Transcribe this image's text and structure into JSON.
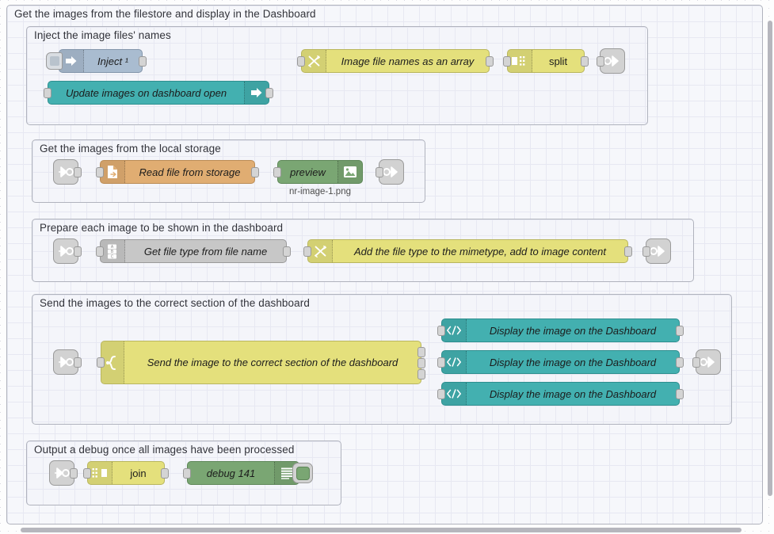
{
  "app": {
    "name": "Node-RED flow editor",
    "canvas_label": "flow-canvas"
  },
  "groups": [
    {
      "id": "outer",
      "label": "Get the images from the filestore and display in the Dashboard"
    },
    {
      "id": "inject",
      "label": "Inject the image files' names"
    },
    {
      "id": "storage",
      "label": "Get the images from the local storage"
    },
    {
      "id": "prepare",
      "label": "Prepare each image to be shown in the dashboard"
    },
    {
      "id": "send",
      "label": "Send the images to the correct section of the dashboard"
    },
    {
      "id": "debug",
      "label": "Output a debug once all images have been processed"
    }
  ],
  "nodes": {
    "inject_1": {
      "label": "Inject ¹",
      "icon": "inject-arrow-icon",
      "type": "inject"
    },
    "update_images": {
      "label": "Update images on dashboard open",
      "icon": "ui-control-arrow-icon",
      "type": "ui-control"
    },
    "image_names": {
      "label": "Image file names as an array",
      "icon": "function-icon",
      "type": "function"
    },
    "split": {
      "label": "split",
      "icon": "split-icon",
      "type": "split"
    },
    "read_file": {
      "label": "Read file from storage",
      "icon": "file-in-icon",
      "type": "file-in"
    },
    "preview": {
      "label": "preview",
      "sublabel": "nr-image-1.png",
      "icon": "image-preview-icon",
      "type": "image-preview"
    },
    "get_file_type": {
      "label": "Get file type from file name",
      "icon": "abc-string-icon",
      "type": "string"
    },
    "add_mimetype": {
      "label": "Add the file type to the mimetype, add to image content",
      "icon": "function-icon",
      "type": "function"
    },
    "send_section": {
      "label": "Send the image to the correct section of the dashboard",
      "icon": "switch-icon",
      "type": "switch"
    },
    "display_1": {
      "label": "Display the image on the Dashboard",
      "icon": "code-template-icon",
      "type": "ui-template"
    },
    "display_2": {
      "label": "Display the image on the Dashboard",
      "icon": "code-template-icon",
      "type": "ui-template"
    },
    "display_3": {
      "label": "Display the image on the Dashboard",
      "icon": "code-template-icon",
      "type": "ui-template"
    },
    "join": {
      "label": "join",
      "icon": "join-icon",
      "type": "join"
    },
    "debug_141": {
      "label": "debug 141",
      "icon": "debug-lines-icon",
      "type": "debug"
    }
  },
  "link_nodes": {
    "link_out_1": {
      "icon": "link-out-icon",
      "title": "link out"
    },
    "link_in_1": {
      "icon": "link-in-icon",
      "title": "link in"
    },
    "link_out_2": {
      "icon": "link-out-icon",
      "title": "link out"
    },
    "link_in_2": {
      "icon": "link-in-icon",
      "title": "link in"
    },
    "link_out_3": {
      "icon": "link-out-icon",
      "title": "link out"
    },
    "link_in_3": {
      "icon": "link-in-icon",
      "title": "link in"
    },
    "link_out_4": {
      "icon": "link-out-icon",
      "title": "link out"
    },
    "link_in_4": {
      "icon": "link-in-icon",
      "title": "link in"
    }
  },
  "colors": {
    "canvas_background": "#fdfdfd",
    "group_fill": "#f4f5fa",
    "group_border": "#b0b3bd",
    "grid_line": "#e7e8f2",
    "node_yellow": "#e4e07c",
    "node_teal": "#43b0b0",
    "node_green": "#7aa673",
    "node_orange": "#e0ad72",
    "node_grey": "#c7c7c7",
    "node_bluegrey": "#a9bcd0",
    "wire": "#999999"
  }
}
